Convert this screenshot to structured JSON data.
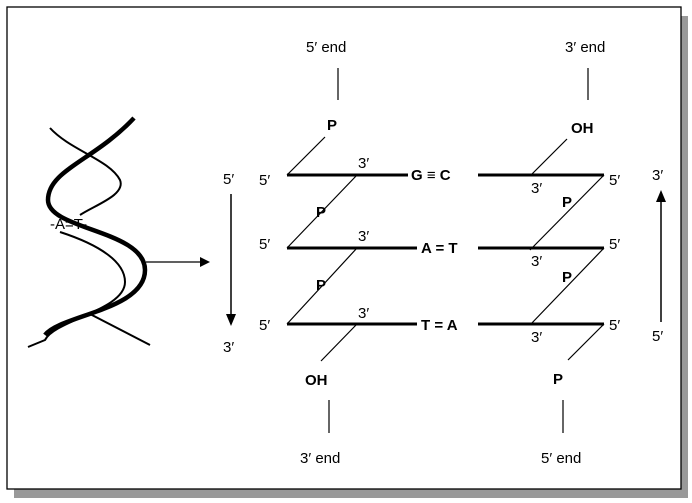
{
  "helix": {
    "pair_label": "-A=T-"
  },
  "left_strand": {
    "top_label": "5′",
    "bottom_label": "3′"
  },
  "right_strand": {
    "top_label": "3′",
    "bottom_label": "5′"
  },
  "ends": {
    "top_left": "5′ end",
    "top_right": "3′ end",
    "bottom_left": "3′ end",
    "bottom_right": "5′ end"
  },
  "groups": {
    "phosphate": "P",
    "hydroxyl": "OH"
  },
  "rows": [
    {
      "pair": "G ≡ C",
      "left_5": "5′",
      "left_3": "3′",
      "right_3": "3′",
      "right_5": "5′"
    },
    {
      "pair": "A = T",
      "left_5": "5′",
      "left_3": "3′",
      "right_3": "3′",
      "right_5": "5′"
    },
    {
      "pair": "T = A",
      "left_5": "5′",
      "left_3": "3′",
      "right_3": "3′",
      "right_5": "5′"
    }
  ]
}
